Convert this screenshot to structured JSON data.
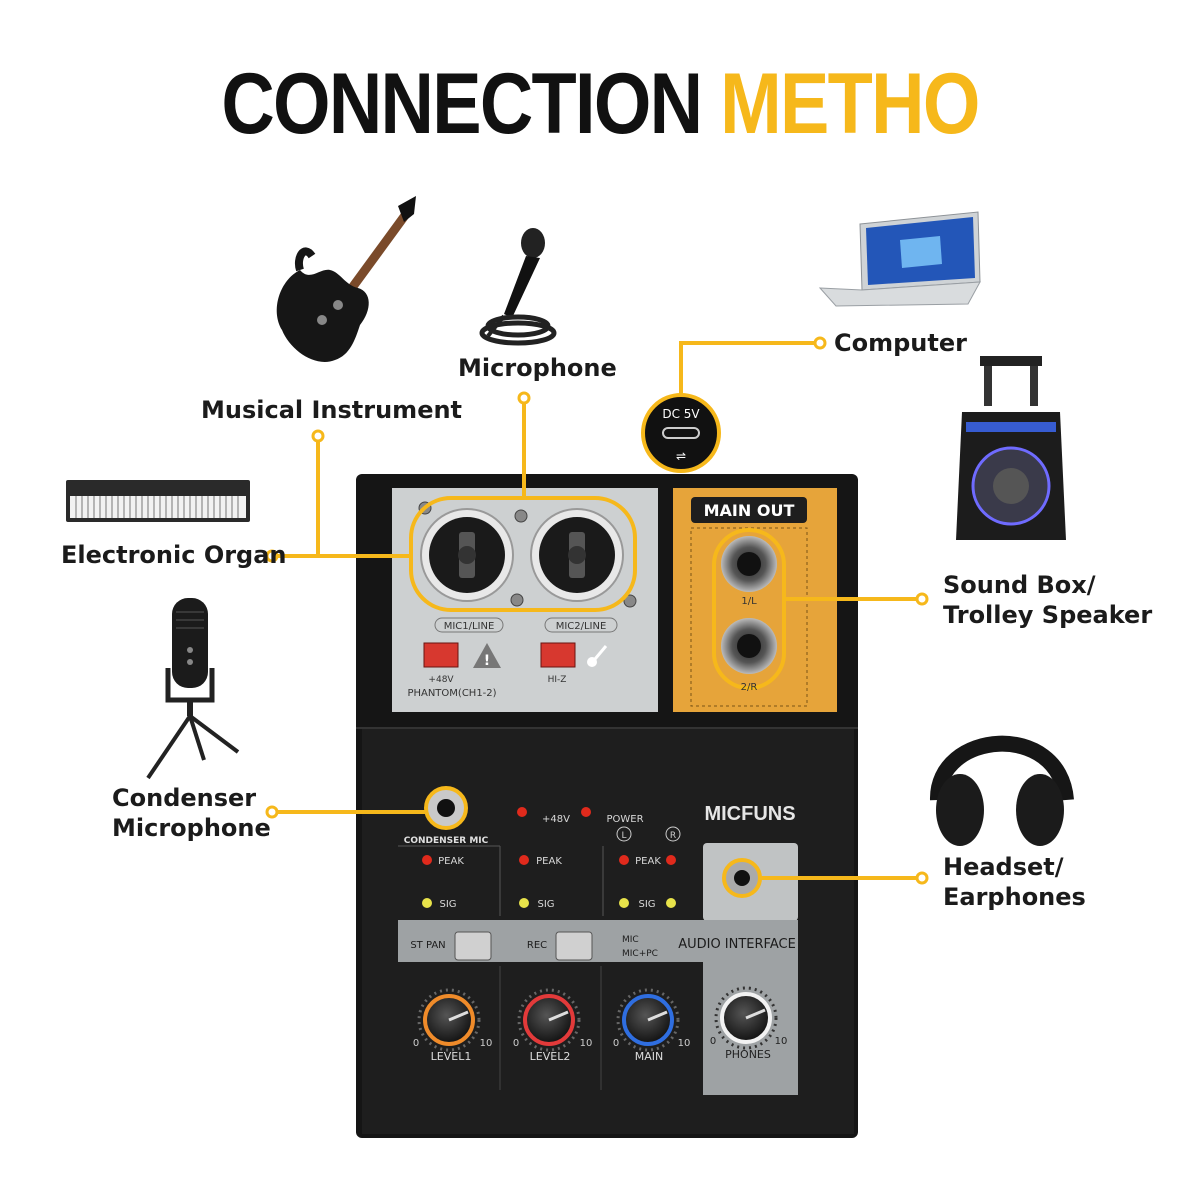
{
  "title": {
    "part1": "CONNECTION",
    "part2": "METHO"
  },
  "labels": {
    "musical_instrument": "Musical Instrument",
    "microphone": "Microphone",
    "computer": "Computer",
    "electronic_organ": "Electronic Organ",
    "sound_box_line1": "Sound Box/",
    "sound_box_line2": "Trolley Speaker",
    "condenser_line1": "Condenser",
    "condenser_line2": "Microphone",
    "headset_line1": "Headset/",
    "headset_line2": "Earphones"
  },
  "device": {
    "brand": "MICFUNS",
    "dc_label": "DC 5V",
    "main_out": "MAIN  OUT",
    "out_l": "1/L",
    "out_r": "2/R",
    "mic1_line": "MIC1/LINE",
    "mic2_line": "MIC2/LINE",
    "phantom": "+48V",
    "phantom_full": "PHANTOM(CH1-2)",
    "hi_z": "HI-Z",
    "condenser_mic": "CONDENSER MIC",
    "led_48v": "+48V",
    "power": "POWER",
    "power_l": "L",
    "power_r": "R",
    "peak": "PEAK",
    "sig": "SIG",
    "st_pan": "ST PAN",
    "rec": "REC",
    "mic_mode": "MIC",
    "mic_pc_mode": "MIC+PC",
    "audio_interface": "AUDIO INTERFACE",
    "knob_min": "0",
    "knob_max": "10",
    "knob_level1": "LEVEL1",
    "knob_level2": "LEVEL2",
    "knob_main": "MAIN",
    "knob_phones": "PHONES"
  },
  "colors": {
    "accent": "#f6b81b",
    "panel": "#1c1c1c",
    "gray_panel": "#cfd2d3",
    "orange_panel": "#e6a43a"
  }
}
